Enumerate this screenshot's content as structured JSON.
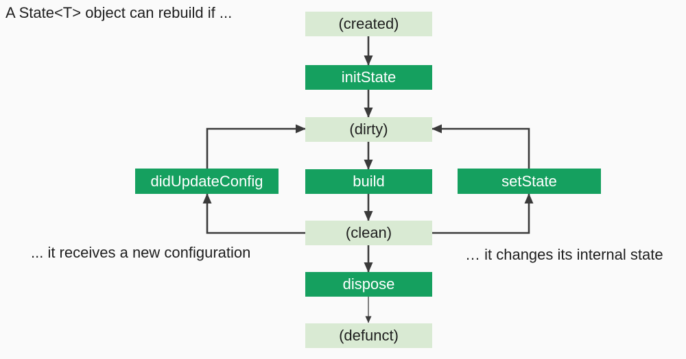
{
  "title": "A State<T> object can rebuild if ...",
  "captions": {
    "left": "... it receives a new configuration",
    "right": "… it changes its internal state"
  },
  "nodes": {
    "created": {
      "label": "(created)",
      "type": "state"
    },
    "initState": {
      "label": "initState",
      "type": "method"
    },
    "dirty": {
      "label": "(dirty)",
      "type": "state"
    },
    "build": {
      "label": "build",
      "type": "method"
    },
    "clean": {
      "label": "(clean)",
      "type": "state"
    },
    "dispose": {
      "label": "dispose",
      "type": "method"
    },
    "defunct": {
      "label": "(defunct)",
      "type": "state"
    },
    "didUpdateConfig": {
      "label": "didUpdateConfig",
      "type": "method"
    },
    "setState": {
      "label": "setState",
      "type": "method"
    }
  },
  "edges": [
    "created -> initState",
    "initState -> dirty",
    "dirty -> build",
    "build -> clean",
    "clean -> dispose",
    "dispose -> defunct",
    "didUpdateConfig -> dirty",
    "clean -> didUpdateConfig",
    "setState -> dirty",
    "clean -> setState"
  ],
  "colors": {
    "dark_green": "#15A05F",
    "light_green": "#D9EAD3",
    "arrow_color": "#3A3A3A",
    "bg_color": "#FAFAFA",
    "text_dark": "#1E1E1E",
    "text_light": "#FFFFFF"
  }
}
